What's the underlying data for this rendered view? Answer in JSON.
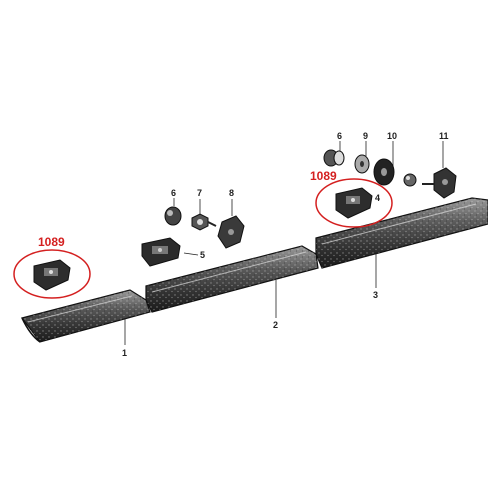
{
  "diagram": {
    "callouts": [
      {
        "id": "callout-left",
        "text": "1089"
      },
      {
        "id": "callout-right",
        "text": "1089"
      }
    ],
    "part_numbers": {
      "p1": "1",
      "p2": "2",
      "p3": "3",
      "p4": "4",
      "p5": "5",
      "p6a": "6",
      "p7a": "7",
      "p8": "8",
      "p6b": "6",
      "p9": "9",
      "p10": "10",
      "p11": "11"
    },
    "colors": {
      "callout": "#d42020",
      "line": "#222222",
      "moulding_fill": "#6a6a6a",
      "moulding_dark": "#2a2a2a"
    }
  }
}
